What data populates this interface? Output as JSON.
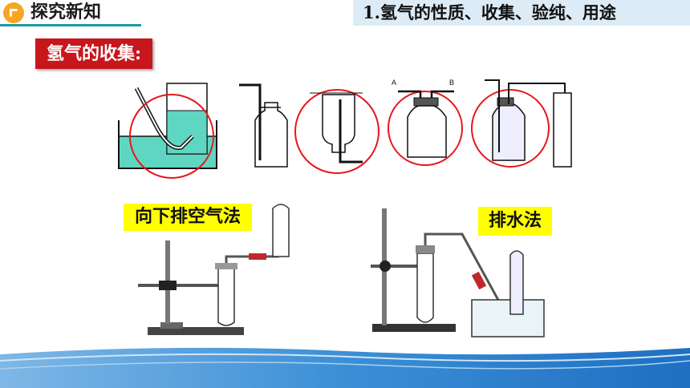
{
  "header": {
    "section_title": "探究新知",
    "topic": "1.氢气的性质、收集、验纯、用途"
  },
  "section_label": "氢气的收集:",
  "figure_labels": {
    "gas_inlet_a": "A",
    "gas_inlet_b": "B"
  },
  "methods": {
    "downward_air": "向下排空气法",
    "water_displacement": "排水法"
  },
  "colors": {
    "accent": "#1d9aa8",
    "label_red": "#c8161d",
    "highlight_yellow": "#ffff00",
    "circle_red": "#e8151b",
    "water": "#5fd6c2"
  },
  "icons": {
    "header_badge": "chevron-badge-icon"
  }
}
